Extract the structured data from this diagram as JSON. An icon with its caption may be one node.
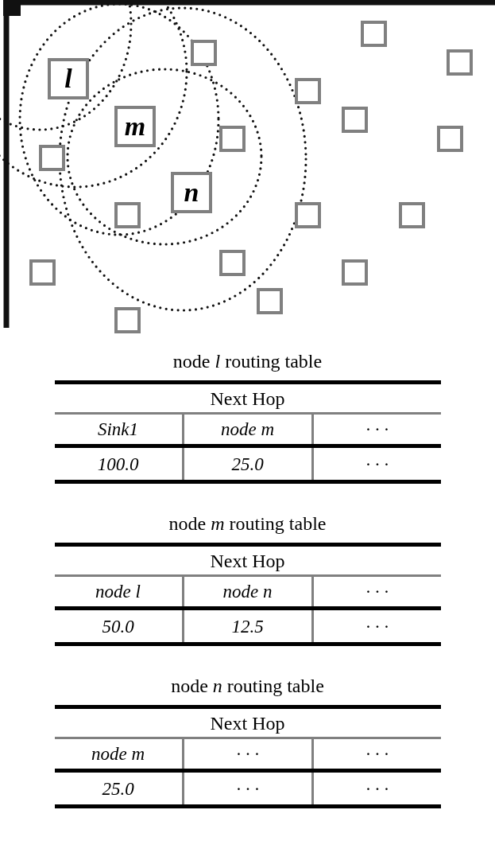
{
  "diagram": {
    "nodes": [
      {
        "text": [],
        "shape": "box"
      },
      {
        "text": [],
        "shape": "box"
      },
      {
        "text": [],
        "shape": "box"
      },
      {
        "text": [
          "l"
        ]
      },
      {
        "text": [],
        "shape": "box"
      },
      {
        "text": [],
        "shape": "box"
      },
      {
        "text": [
          "m"
        ]
      },
      {
        "text": [],
        "shape": "box"
      },
      {
        "text": [],
        "shape": "box"
      },
      {
        "text": [],
        "shape": "box"
      },
      {
        "text": [
          "n"
        ]
      },
      {
        "text": [],
        "shape": "box"
      },
      {
        "text": [],
        "shape": "box"
      },
      {
        "text": [],
        "shape": "box"
      },
      {
        "text": [],
        "shape": "box"
      },
      {
        "text": [],
        "shape": "box"
      },
      {
        "text": [],
        "shape": "box"
      },
      {
        "text": [],
        "shape": "box"
      },
      {
        "text": [],
        "shape": "box"
      }
    ],
    "labels": [
      "node *l* routing table",
      "Next Hop",
      "Sink1",
      "node m",
      "· · ·",
      "100.0",
      "25.0",
      "· · ·",
      "node *m* routing table",
      "Next Hop",
      "node l",
      "node n",
      "· · ·",
      "50.0",
      "12.5",
      "· · ·",
      "node *n* routing table",
      "Next Hop",
      "node m",
      "· · ·",
      "· · ·",
      "25.0",
      "· · ·",
      "· · ·"
    ]
  }
}
